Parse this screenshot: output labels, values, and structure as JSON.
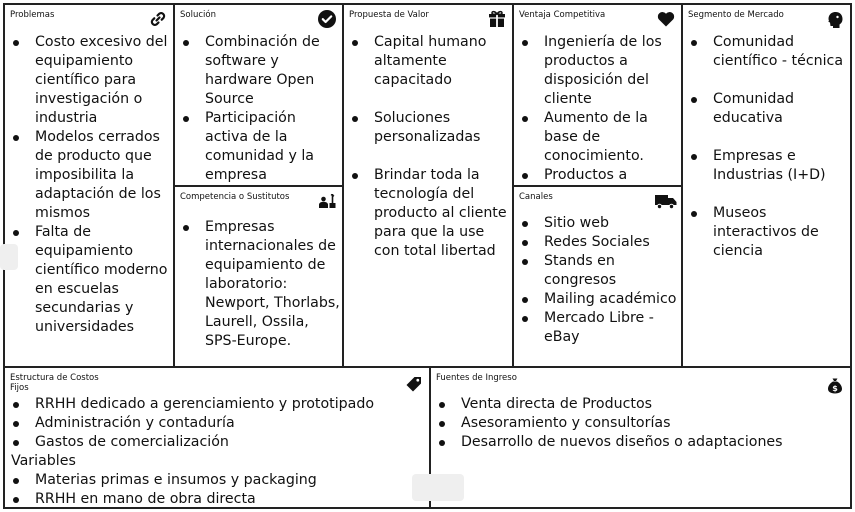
{
  "problemas": {
    "title": "Problemas",
    "icon": "link-icon",
    "items": [
      "Costo excesivo del equipamiento científico para investigación o industria",
      "Modelos cerrados de producto que imposibilita la adaptación de los mismos",
      "Falta de equipamiento científico moderno en escuelas secundarias y universidades"
    ]
  },
  "solucion": {
    "title": "Solución",
    "icon": "check-circle-icon",
    "items": [
      "Combinación de software y hardware Open Source",
      "Participación activa de la comunidad y la empresa"
    ]
  },
  "competencia": {
    "title": "Competencia o Sustitutos",
    "icon": "worker-icon",
    "items": [
      "Empresas internacionales de equipamiento de laboratorio: Newport, Thorlabs, Laurell, Ossila, SPS-Europe."
    ]
  },
  "propuesta": {
    "title": "Propuesta de Valor",
    "icon": "gift-icon",
    "items": [
      "Capital humano altamente capacitado",
      "Soluciones personalizadas",
      "Brindar toda la tecnología del producto al cliente para que la use con total libertad"
    ]
  },
  "ventaja": {
    "title": "Ventaja Competitiva",
    "icon": "heart-icon",
    "items": [
      "Ingeniería de los productos a disposición del cliente",
      "Aumento de la base de conocimiento.",
      "Productos a medida"
    ]
  },
  "canales": {
    "title": "Canales",
    "icon": "truck-icon",
    "items": [
      "Sitio web",
      "Redes Sociales",
      "Stands en congresos",
      "Mailing académico",
      "Mercado Libre - eBay"
    ]
  },
  "segmento": {
    "title": "Segmento de Mercado",
    "icon": "head-icon",
    "items": [
      "Comunidad científico - técnica",
      "Comunidad educativa",
      "Empresas e Industrias (I+D)",
      "Museos interactivos de ciencia"
    ]
  },
  "costos": {
    "title": "Estructura de Costos",
    "subtitle": "Fijos",
    "icon": "tag-icon",
    "fijos": [
      "RRHH dedicado a gerenciamiento y prototipado",
      "Administración y contaduría",
      "Gastos de comercialización"
    ],
    "variables_label": "Variables",
    "variables": [
      "Materias primas e insumos y packaging",
      "RRHH en mano de obra directa"
    ]
  },
  "ingresos": {
    "title": "Fuentes de Ingreso",
    "icon": "money-bag-icon",
    "items": [
      "Venta directa de Productos",
      "Asesoramiento y consultorías",
      "Desarrollo de nuevos diseños o adaptaciones"
    ]
  }
}
